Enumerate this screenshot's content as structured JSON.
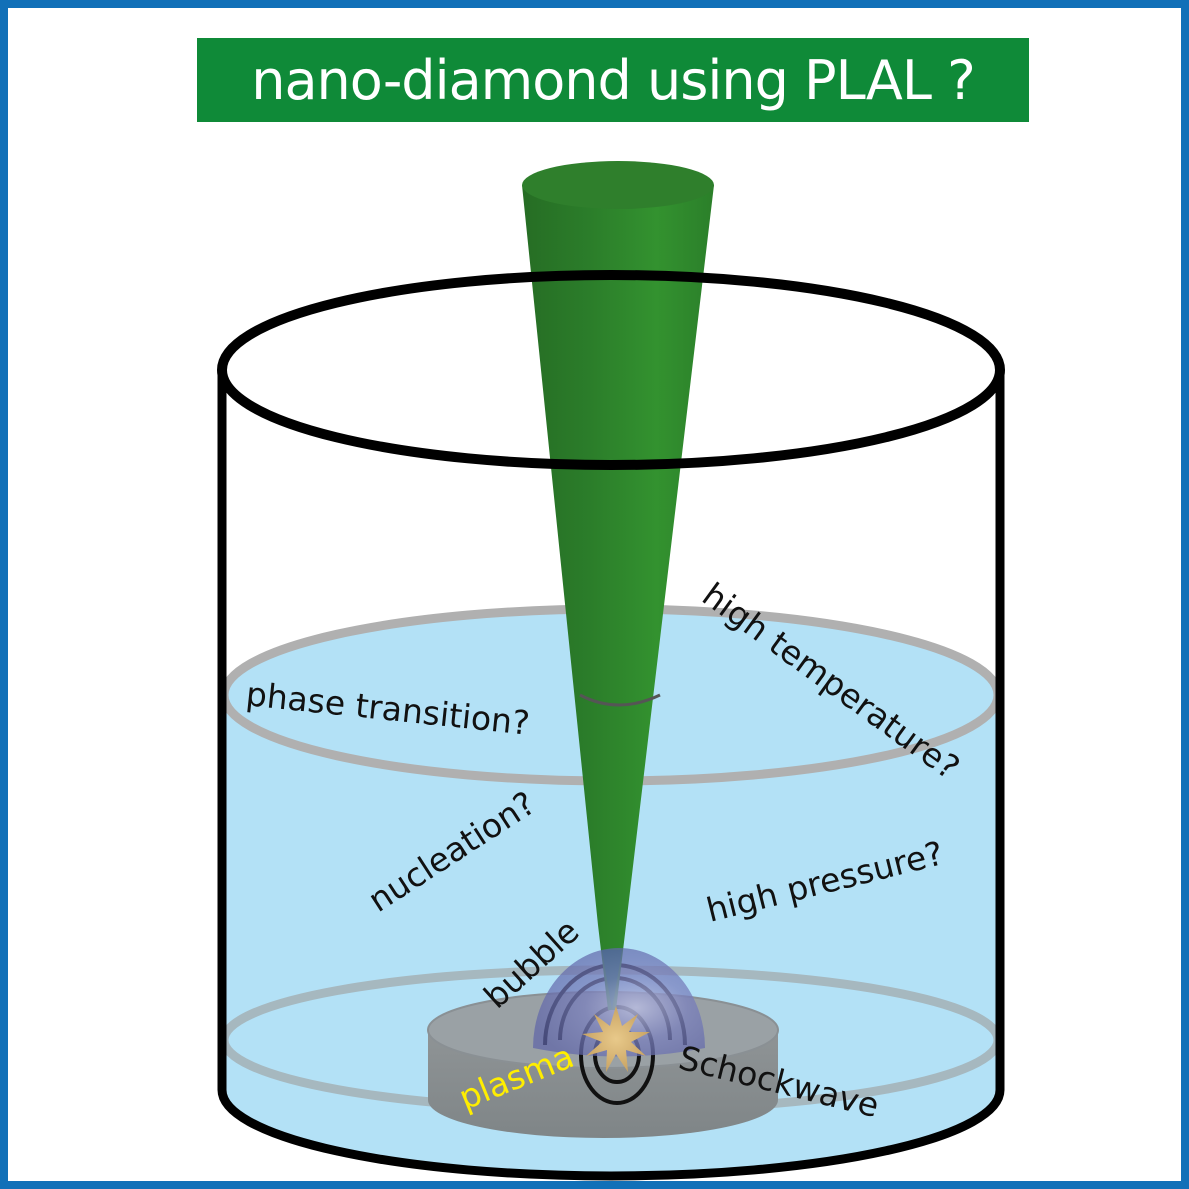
{
  "title": "nano-diamond using PLAL ?",
  "labels": {
    "phase_transition": "phase transition?",
    "high_temperature": "high temperature?",
    "nucleation": "nucleation?",
    "high_pressure": "high pressure?",
    "bubble": "bubble",
    "plasma": "plasma",
    "shockwave": "Schockwave"
  },
  "colors": {
    "frame_border": "#1170b8",
    "title_background": "#0f8a38",
    "title_text": "#ffffff",
    "laser_beam": "#2f8f30",
    "liquid": "#b3e1f6",
    "target": "#8e9294",
    "bubble": "#6a6fb0",
    "plasma_label": "#ffee00",
    "plasma_spark": "#d8b878"
  }
}
